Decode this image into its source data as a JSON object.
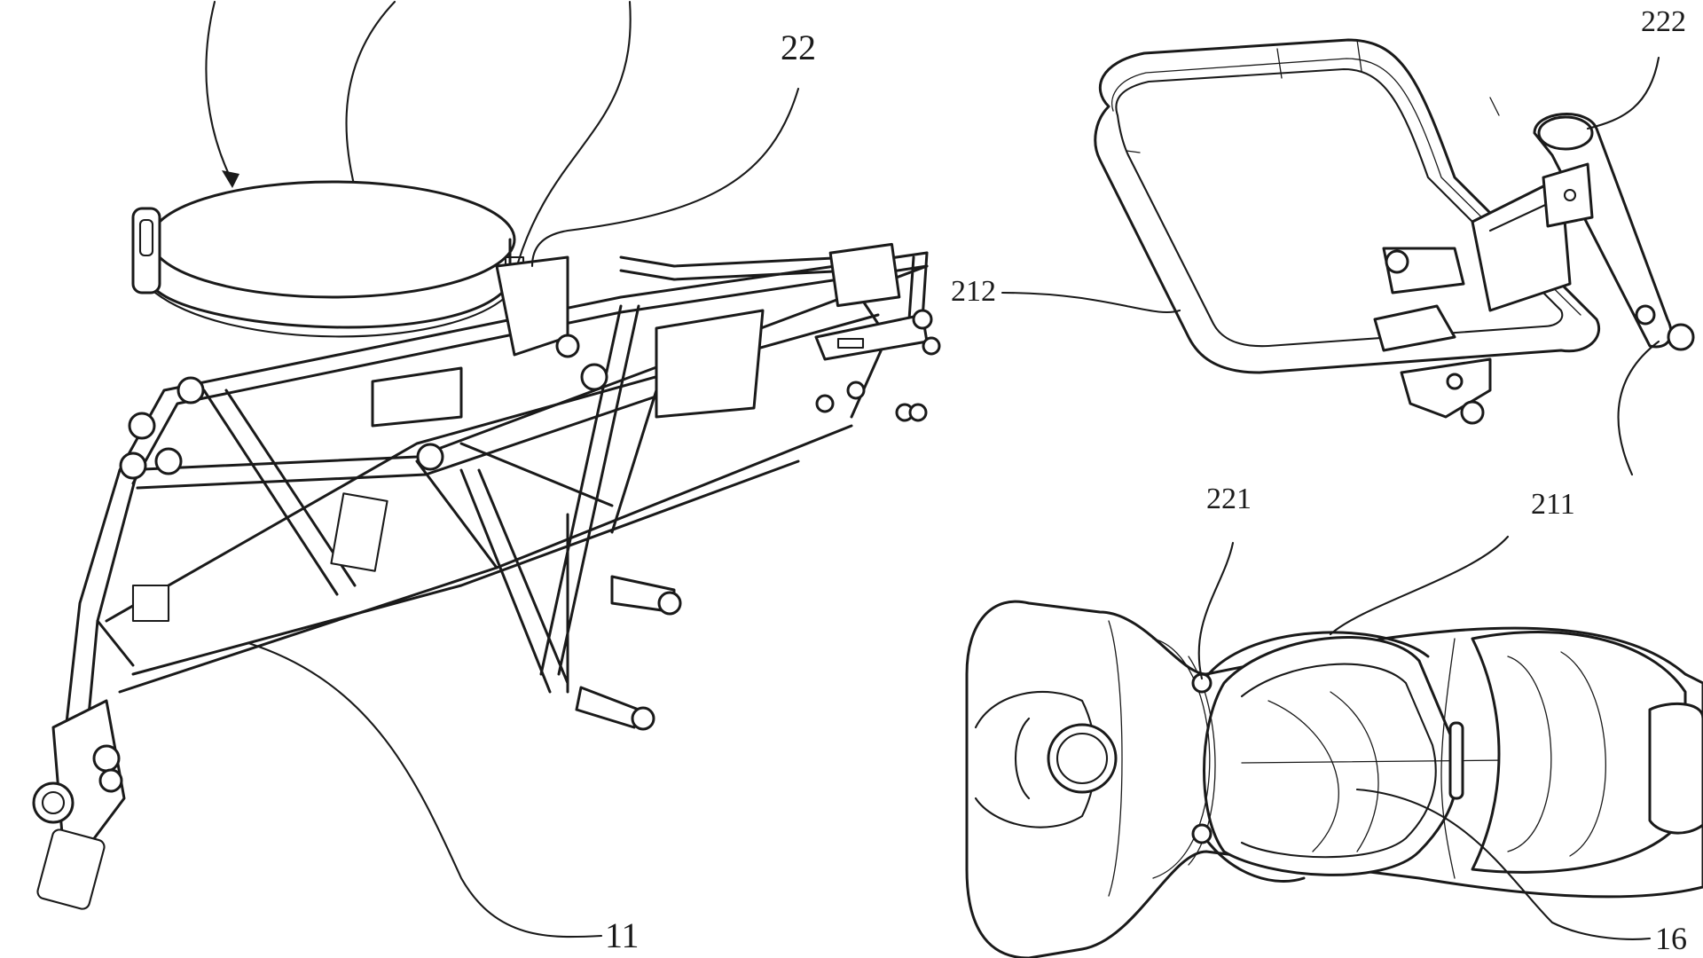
{
  "figure": {
    "description_labels": {
      "ref_22": "22",
      "ref_11": "11",
      "ref_212": "212",
      "ref_222": "222",
      "ref_221": "221",
      "ref_211": "211",
      "ref_16": "16"
    }
  },
  "colors": {
    "line": "#1a1a1a",
    "background": "#ffffff"
  }
}
